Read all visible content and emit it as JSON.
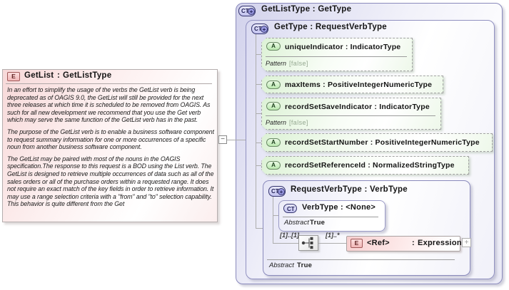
{
  "colors": {
    "node_border_purple": "#8a8abc",
    "node_fill_lavender": "#d6d6ef",
    "attribute_fill_green": "#ddf2d6",
    "element_fill_pink": "#f7d6d6",
    "icon_border_navy": "#34346e",
    "connector_gray": "#adadad"
  },
  "left_panel": {
    "element": {
      "icon_text": "E",
      "name": "GetList",
      "separator": ":",
      "type_name": "GetListType",
      "doc_paragraphs": [
        "In an effort to simplify the usage of the verbs the GetList verb is being deprecated as of OAGIS 9.0, the GetList will still be provided for the next three releases at which time it is scheduled to be removed from OAGIS. As such for all new development we recommend that you use the Get verb which may serve the same function of the GetList verb has in the past.",
        "The purpose of the GetList verb is to enable a business software component to request summary information for one or more occurrences of a specific noun from another business software component.",
        "The GetList may be paired with most of the nouns in the OAGIS specification.The response to this request is a BOD using the List verb. The GetList is designed to retrieve multiple occurrences of data such as all of the sales orders or all of the purchase orders within a requested range.  It does not require an exact match of the key fields in order to retrieve information.  It may use a range selection criteria with a \"from\" and \"to\" selection capability.  This behavior is quite different from the Get"
      ]
    },
    "collapse_handle": "−"
  },
  "diagram": {
    "outer": {
      "icon_text": "CT",
      "icon_plus": "+",
      "label": "GetListType : GetType"
    },
    "get_type": {
      "icon_text": "CT",
      "icon_plus": "+",
      "label": "GetType : RequestVerbType",
      "attributes": [
        {
          "icon_text": "A",
          "label": "uniqueIndicator : IndicatorType",
          "facet_name": "Pattern",
          "facet_value": "[false]"
        },
        {
          "icon_text": "A",
          "label": "maxItems : PositiveIntegerNumericType"
        },
        {
          "icon_text": "A",
          "label": "recordSetSaveIndicator : IndicatorType",
          "facet_name": "Pattern",
          "facet_value": "[false]"
        },
        {
          "icon_text": "A",
          "label": "recordSetStartNumber : PositiveIntegerNumericType"
        },
        {
          "icon_text": "A",
          "label": "recordSetReferenceId : NormalizedStringType"
        }
      ]
    },
    "request_verb_type": {
      "icon_text": "CT",
      "icon_plus": "+",
      "label": "RequestVerbType : VerbType",
      "abstract_name": "Abstract",
      "abstract_value": "True",
      "verb_type": {
        "icon_text": "CT",
        "label": "VerbType : <None>",
        "abstract_name": "Abstract",
        "abstract_value": "True"
      },
      "sequence": {
        "cardinality_parent": "[1]..[1]",
        "cardinality_child": "[1]..*"
      },
      "ref_element": {
        "icon_text": "E",
        "name": "<Ref>",
        "separator": ":",
        "type_name": "Expression",
        "expand_handle": "+"
      }
    }
  }
}
